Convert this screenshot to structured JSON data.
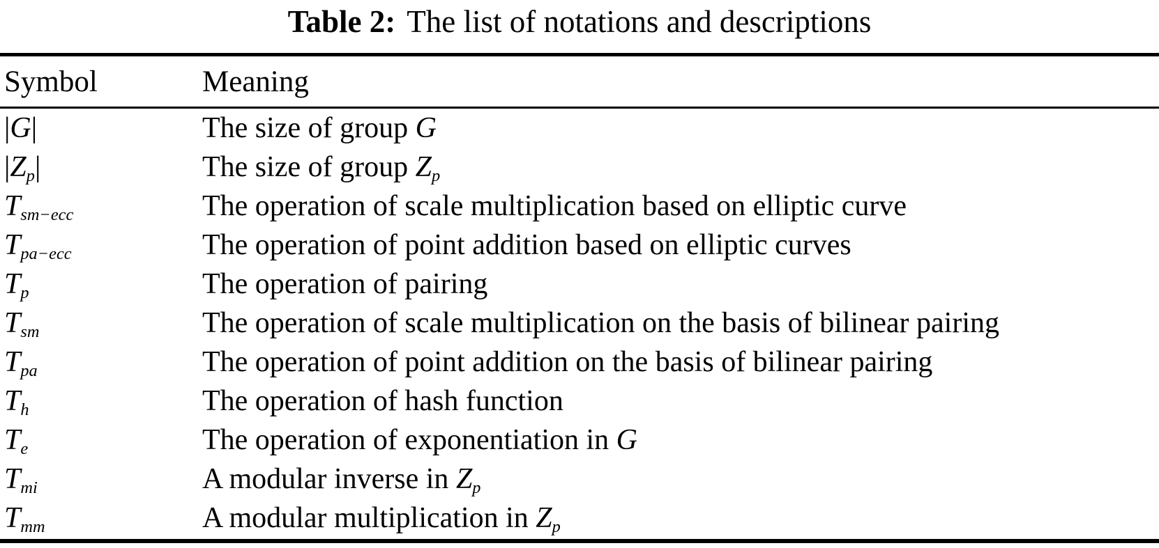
{
  "caption": {
    "label": "Table 2:",
    "text": "The list of notations and descriptions"
  },
  "colors": {
    "text": "#000000",
    "background": "#ffffff",
    "rule": "#000000"
  },
  "table": {
    "col_headers": [
      "Symbol",
      "Meaning"
    ],
    "rows": [
      {
        "symbol": [
          {
            "t": "|"
          },
          {
            "t": "G",
            "i": true
          },
          {
            "t": "|"
          }
        ],
        "meaning": [
          {
            "t": "The size of group "
          },
          {
            "t": "G",
            "i": true
          }
        ]
      },
      {
        "symbol": [
          {
            "t": "|"
          },
          {
            "t": "Z",
            "i": true
          },
          {
            "t": "p",
            "sub": true
          },
          {
            "t": "|"
          }
        ],
        "meaning": [
          {
            "t": "The size of group "
          },
          {
            "t": "Z",
            "i": true
          },
          {
            "t": "p",
            "sub": true
          }
        ]
      },
      {
        "symbol": [
          {
            "t": "T",
            "i": true
          },
          {
            "t": "sm−ecc",
            "sub": true
          }
        ],
        "meaning": [
          {
            "t": "The operation of scale multiplication based on elliptic curve"
          }
        ]
      },
      {
        "symbol": [
          {
            "t": "T",
            "i": true
          },
          {
            "t": "pa−ecc",
            "sub": true
          }
        ],
        "meaning": [
          {
            "t": "The operation of point addition based on elliptic curves"
          }
        ]
      },
      {
        "symbol": [
          {
            "t": "T",
            "i": true
          },
          {
            "t": "p",
            "sub": true
          }
        ],
        "meaning": [
          {
            "t": "The operation of pairing"
          }
        ]
      },
      {
        "symbol": [
          {
            "t": "T",
            "i": true
          },
          {
            "t": "sm",
            "sub": true
          }
        ],
        "meaning": [
          {
            "t": "The operation of scale multiplication on the basis of bilinear pairing"
          }
        ]
      },
      {
        "symbol": [
          {
            "t": "T",
            "i": true
          },
          {
            "t": "pa",
            "sub": true
          }
        ],
        "meaning": [
          {
            "t": "The operation of point addition on the basis of bilinear pairing"
          }
        ]
      },
      {
        "symbol": [
          {
            "t": "T",
            "i": true
          },
          {
            "t": "h",
            "sub": true
          }
        ],
        "meaning": [
          {
            "t": "The operation of hash function"
          }
        ]
      },
      {
        "symbol": [
          {
            "t": "T",
            "i": true
          },
          {
            "t": "e",
            "sub": true
          }
        ],
        "meaning": [
          {
            "t": "The operation of exponentiation in "
          },
          {
            "t": "G",
            "i": true
          }
        ]
      },
      {
        "symbol": [
          {
            "t": "T",
            "i": true
          },
          {
            "t": "mi",
            "sub": true
          }
        ],
        "meaning": [
          {
            "t": "A modular inverse in "
          },
          {
            "t": "Z",
            "i": true
          },
          {
            "t": "p",
            "sub": true
          }
        ]
      },
      {
        "symbol": [
          {
            "t": "T",
            "i": true
          },
          {
            "t": "mm",
            "sub": true
          }
        ],
        "meaning": [
          {
            "t": "A modular multiplication in "
          },
          {
            "t": "Z",
            "i": true
          },
          {
            "t": "p",
            "sub": true
          }
        ]
      }
    ]
  }
}
